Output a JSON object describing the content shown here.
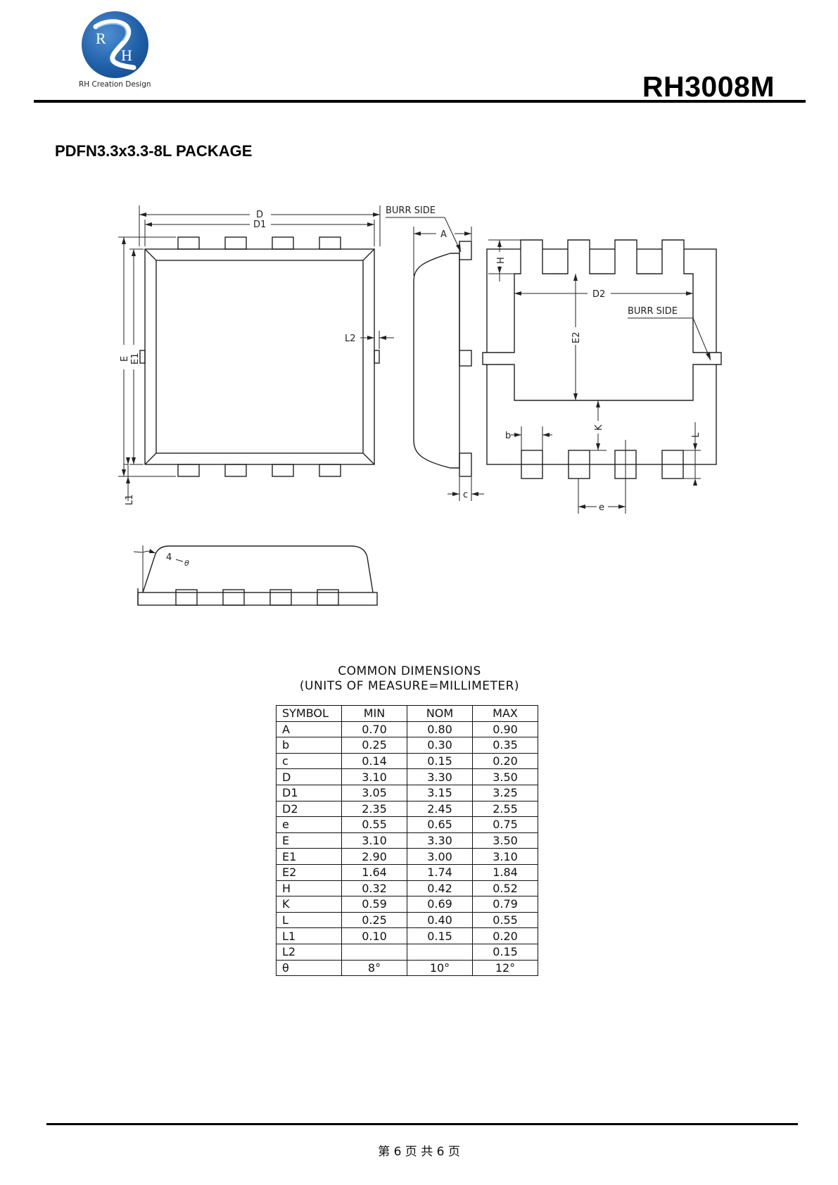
{
  "header": {
    "logo_letters": [
      "R",
      "H"
    ],
    "logo_caption": "RH Creation Design",
    "part_number": "RH3008M"
  },
  "section_title": "PDFN3.3x3.3-8L PACKAGE",
  "drawing_labels": {
    "D": "D",
    "D1": "D1",
    "D2": "D2",
    "E": "E",
    "E1": "E1",
    "E2": "E2",
    "A": "A",
    "H": "H",
    "K": "K",
    "L": "L",
    "L1": "L1",
    "L2": "L2",
    "b": "b",
    "c": "c",
    "e": "e",
    "theta": "θ",
    "angle_mark": "4",
    "burr_side_1": "BURR SIDE",
    "burr_side_2": "BURR SIDE"
  },
  "dimensions_table": {
    "caption_line1": "COMMON DIMENSIONS",
    "caption_line2": "(UNITS OF MEASURE=MILLIMETER)",
    "headers": [
      "SYMBOL",
      "MIN",
      "NOM",
      "MAX"
    ],
    "rows": [
      [
        "A",
        "0.70",
        "0.80",
        "0.90"
      ],
      [
        "b",
        "0.25",
        "0.30",
        "0.35"
      ],
      [
        "c",
        "0.14",
        "0.15",
        "0.20"
      ],
      [
        "D",
        "3.10",
        "3.30",
        "3.50"
      ],
      [
        "D1",
        "3.05",
        "3.15",
        "3.25"
      ],
      [
        "D2",
        "2.35",
        "2.45",
        "2.55"
      ],
      [
        "e",
        "0.55",
        "0.65",
        "0.75"
      ],
      [
        "E",
        "3.10",
        "3.30",
        "3.50"
      ],
      [
        "E1",
        "2.90",
        "3.00",
        "3.10"
      ],
      [
        "E2",
        "1.64",
        "1.74",
        "1.84"
      ],
      [
        "H",
        "0.32",
        "0.42",
        "0.52"
      ],
      [
        "K",
        "0.59",
        "0.69",
        "0.79"
      ],
      [
        "L",
        "0.25",
        "0.40",
        "0.55"
      ],
      [
        "L1",
        "0.10",
        "0.15",
        "0.20"
      ],
      [
        "L2",
        "",
        "",
        "0.15"
      ],
      [
        "θ",
        "8°",
        "10°",
        "12°"
      ]
    ]
  },
  "footer": {
    "page_text": "第 6 页 共 6 页"
  }
}
